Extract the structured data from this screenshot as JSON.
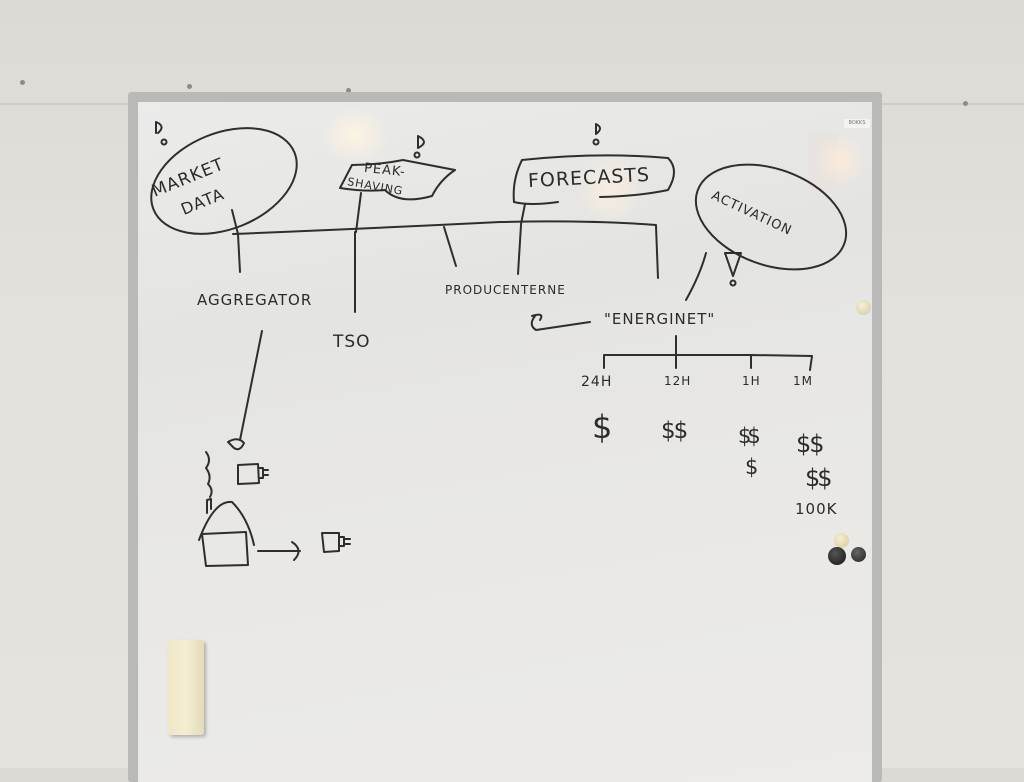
{
  "board": {
    "type": "whiteboard",
    "frame_label": "BOKKS"
  },
  "nodes": {
    "market_data": {
      "line1": "MARKET",
      "line2": "DATA",
      "marker": "lightbulb"
    },
    "peak_shaving": {
      "line1": "PEAK-",
      "line2": "SHAVING",
      "marker": "lightbulb"
    },
    "forecasts": {
      "label": "FORECASTS",
      "marker": "lightbulb"
    },
    "activation": {
      "label": "ACTIVATION",
      "marker": "warning"
    }
  },
  "actors": {
    "aggregator": "AGGREGATOR",
    "tso": "TSO",
    "producers": "PRODUCENTERNE",
    "energinet": "\"ENERGINET\""
  },
  "timeframes": [
    {
      "label": "24H",
      "price": "$"
    },
    {
      "label": "12H",
      "price": "$$"
    },
    {
      "label": "1H",
      "price": "$$",
      "price2": "$"
    },
    {
      "label": "1M",
      "price": "$$",
      "price2": "$$",
      "note": "100K"
    }
  ],
  "sketch": {
    "house": "house-icon",
    "plugs": [
      "plug-icon",
      "plug-icon"
    ]
  },
  "colors": {
    "ink": "#2b2b2b",
    "board": "#e8e8e6",
    "frame": "#b9b9b7",
    "wall": "#e0ded9"
  }
}
